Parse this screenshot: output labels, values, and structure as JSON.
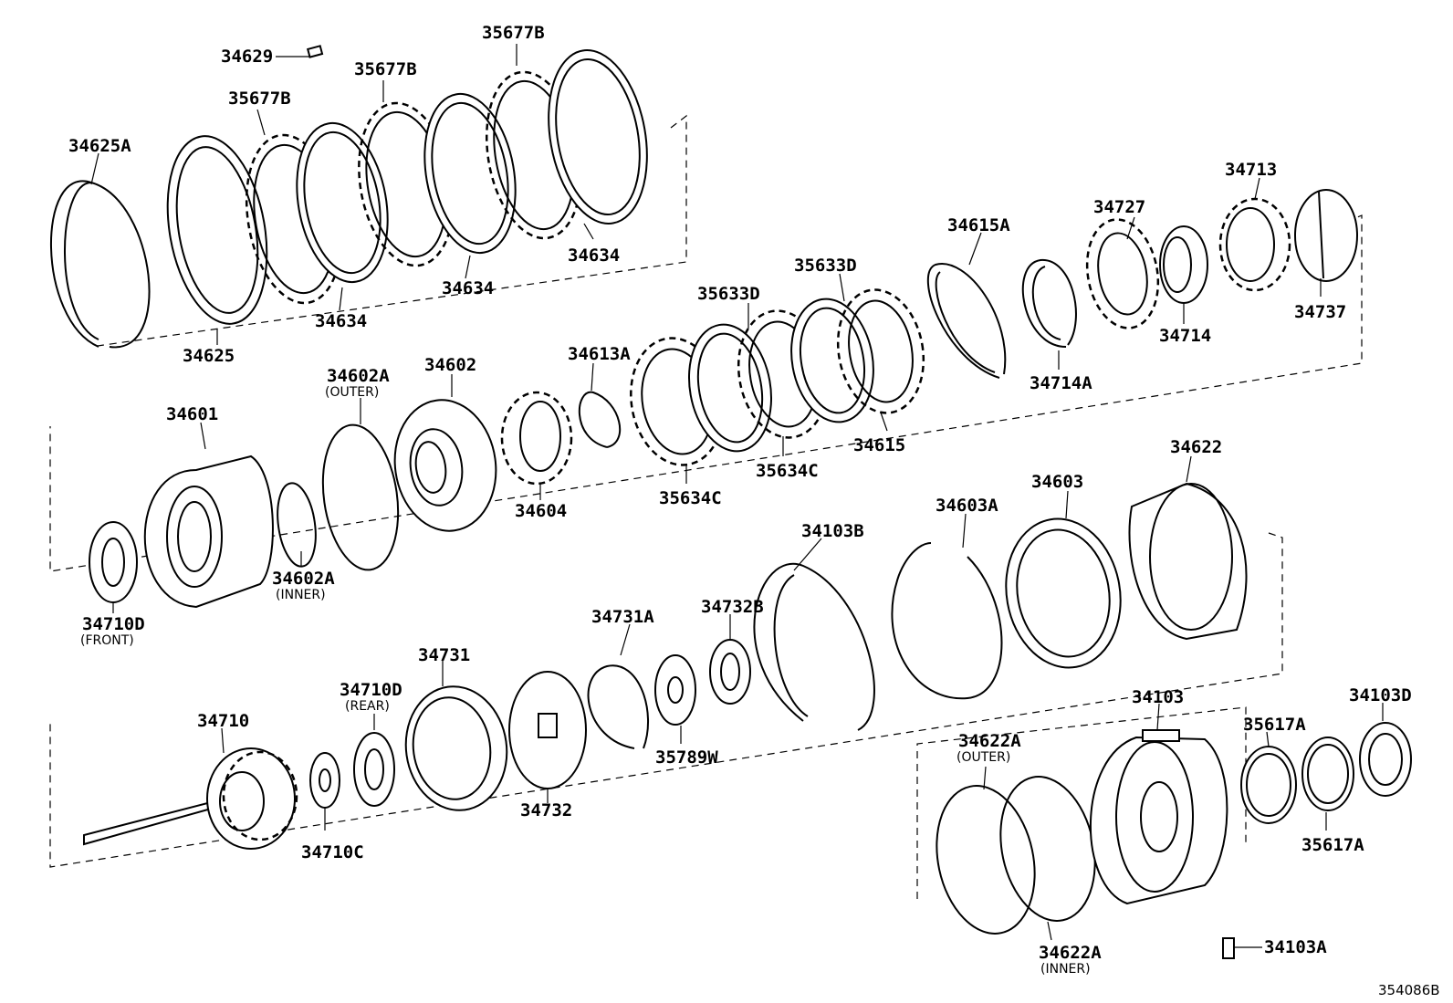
{
  "diagram_ref": "354086B",
  "parts": [
    {
      "id": "p34629",
      "label": "34629"
    },
    {
      "id": "p35677B_a",
      "label": "35677B"
    },
    {
      "id": "p35677B_b",
      "label": "35677B"
    },
    {
      "id": "p35677B_c",
      "label": "35677B"
    },
    {
      "id": "p34625A",
      "label": "34625A"
    },
    {
      "id": "p34625",
      "label": "34625"
    },
    {
      "id": "p34634_a",
      "label": "34634"
    },
    {
      "id": "p34634_b",
      "label": "34634"
    },
    {
      "id": "p34634_c",
      "label": "34634"
    },
    {
      "id": "p34615A",
      "label": "34615A"
    },
    {
      "id": "p34727",
      "label": "34727"
    },
    {
      "id": "p34713",
      "label": "34713"
    },
    {
      "id": "p34714",
      "label": "34714"
    },
    {
      "id": "p34714A",
      "label": "34714A"
    },
    {
      "id": "p34737",
      "label": "34737"
    },
    {
      "id": "p35633D_a",
      "label": "35633D"
    },
    {
      "id": "p35633D_b",
      "label": "35633D"
    },
    {
      "id": "p34602A_outer",
      "label": "34602A",
      "note": "(OUTER)"
    },
    {
      "id": "p34602",
      "label": "34602"
    },
    {
      "id": "p34613A",
      "label": "34613A"
    },
    {
      "id": "p34601",
      "label": "34601"
    },
    {
      "id": "p34604",
      "label": "34604"
    },
    {
      "id": "p35634C_a",
      "label": "35634C"
    },
    {
      "id": "p35634C_b",
      "label": "35634C"
    },
    {
      "id": "p34615",
      "label": "34615"
    },
    {
      "id": "p34602A_inner",
      "label": "34602A",
      "note": "(INNER)"
    },
    {
      "id": "p34710D_front",
      "label": "34710D",
      "note": "(FRONT)"
    },
    {
      "id": "p34622",
      "label": "34622"
    },
    {
      "id": "p34603",
      "label": "34603"
    },
    {
      "id": "p34603A",
      "label": "34603A"
    },
    {
      "id": "p34103B",
      "label": "34103B"
    },
    {
      "id": "p34731A",
      "label": "34731A"
    },
    {
      "id": "p34732B",
      "label": "34732B"
    },
    {
      "id": "p34731",
      "label": "34731"
    },
    {
      "id": "p34710D_rear",
      "label": "34710D",
      "note": "(REAR)"
    },
    {
      "id": "p34710",
      "label": "34710"
    },
    {
      "id": "p34710C",
      "label": "34710C"
    },
    {
      "id": "p34732",
      "label": "34732"
    },
    {
      "id": "p35789W",
      "label": "35789W"
    },
    {
      "id": "p34103",
      "label": "34103"
    },
    {
      "id": "p35617A_a",
      "label": "35617A"
    },
    {
      "id": "p34103D",
      "label": "34103D"
    },
    {
      "id": "p34622A_outer",
      "label": "34622A",
      "note": "(OUTER)"
    },
    {
      "id": "p35617A_b",
      "label": "35617A"
    },
    {
      "id": "p34103A",
      "label": "34103A"
    },
    {
      "id": "p34622A_inner",
      "label": "34622A",
      "note": "(INNER)"
    }
  ]
}
